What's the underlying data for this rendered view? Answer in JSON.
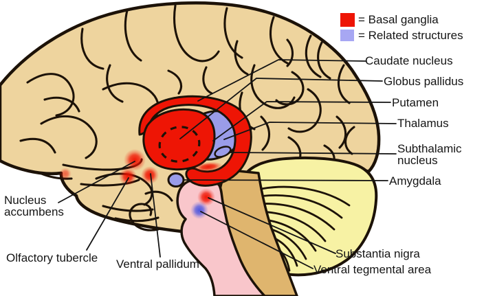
{
  "legend": {
    "items": [
      {
        "label": "= Basal ganglia",
        "color": "#ee1505"
      },
      {
        "label": "= Related structures",
        "color": "#a7a7f3"
      }
    ]
  },
  "labels": {
    "caudate_nucleus": "Caudate nucleus",
    "globus_pallidus": "Globus pallidus",
    "putamen": "Putamen",
    "thalamus": "Thalamus",
    "subthalamic_nucleus_line1": "Subthalamic",
    "subthalamic_nucleus_line2": "nucleus",
    "amygdala": "Amygdala",
    "substantia_nigra": "Substantia nigra",
    "ventral_tegmental_area": "Ventral tegmental area",
    "nucleus_accumbens_line1": "Nucleus",
    "nucleus_accumbens_line2": "accumbens",
    "olfactory_tubercle": "Olfactory tubercle",
    "ventral_pallidum": "Ventral pallidum"
  },
  "colors": {
    "basal_ganglia_red": "#ee1505",
    "related_structures_blue": "#9a9ce9",
    "legend_blue": "#a7a7f3",
    "cortex_tan": "#eed49e",
    "cerebellum_yellow": "#f7f2a4",
    "brainstem_pink": "#f9c6cb",
    "midbrain_ochre": "#dfb56e",
    "outline_black": "#1c1208",
    "background": "#ffffff"
  }
}
